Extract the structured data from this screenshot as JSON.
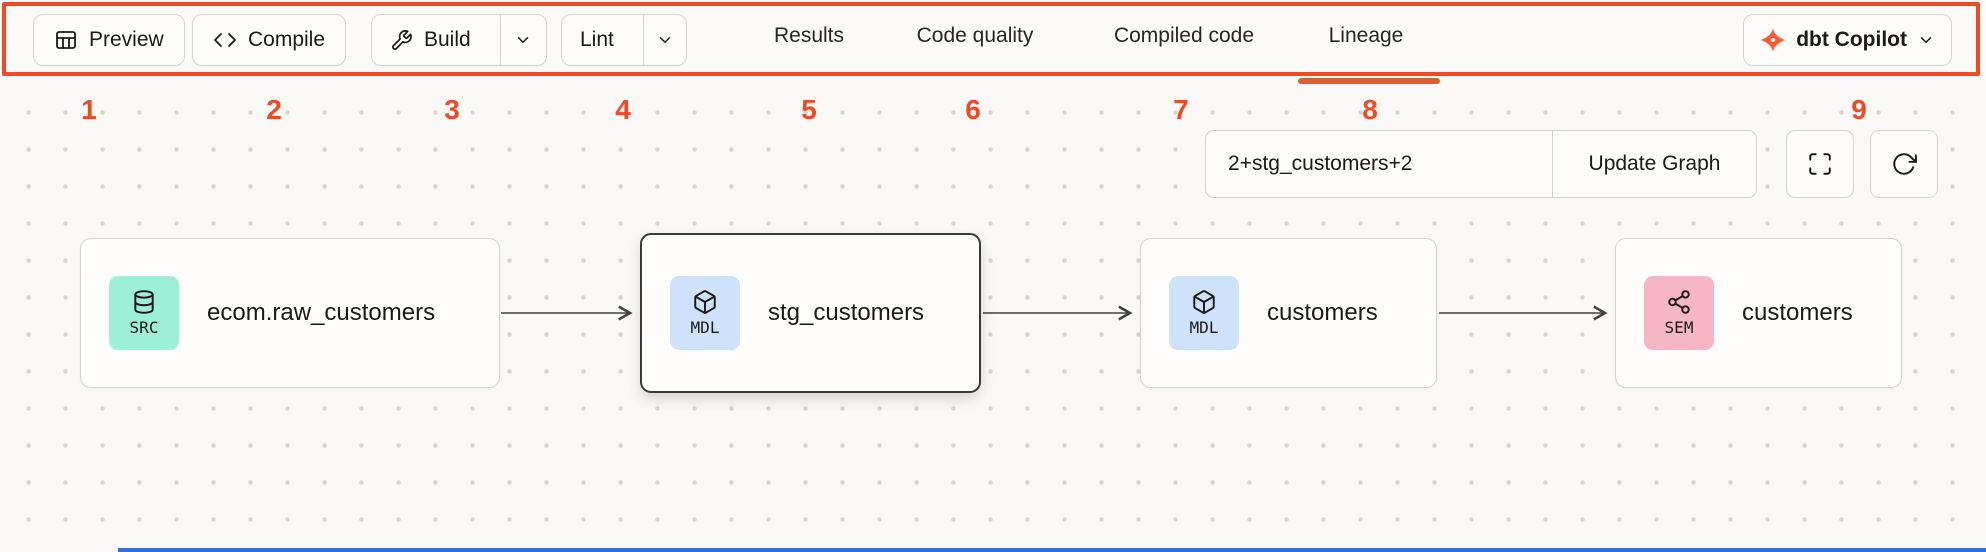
{
  "toolbar": {
    "preview_label": "Preview",
    "compile_label": "Compile",
    "build_label": "Build",
    "lint_label": "Lint",
    "tabs": [
      {
        "label": "Results"
      },
      {
        "label": "Code quality"
      },
      {
        "label": "Compiled code"
      },
      {
        "label": "Lineage",
        "active": true
      }
    ],
    "copilot_label": "dbt Copilot"
  },
  "annotations": {
    "numbers": [
      "1",
      "2",
      "3",
      "4",
      "5",
      "6",
      "7",
      "8",
      "9"
    ],
    "accent_color": "#ee4a23"
  },
  "lineage": {
    "selector_value": "2+stg_customers+2",
    "update_button_label": "Update Graph",
    "nodes": [
      {
        "badge": "SRC",
        "label": "ecom.raw_customers",
        "type": "source"
      },
      {
        "badge": "MDL",
        "label": "stg_customers",
        "type": "model",
        "selected": true
      },
      {
        "badge": "MDL",
        "label": "customers",
        "type": "model"
      },
      {
        "badge": "SEM",
        "label": "customers",
        "type": "semantic"
      }
    ],
    "badge_colors": {
      "SRC": "#9df0d6",
      "MDL": "#cfe2fb",
      "SEM": "#f6b6c6"
    }
  }
}
